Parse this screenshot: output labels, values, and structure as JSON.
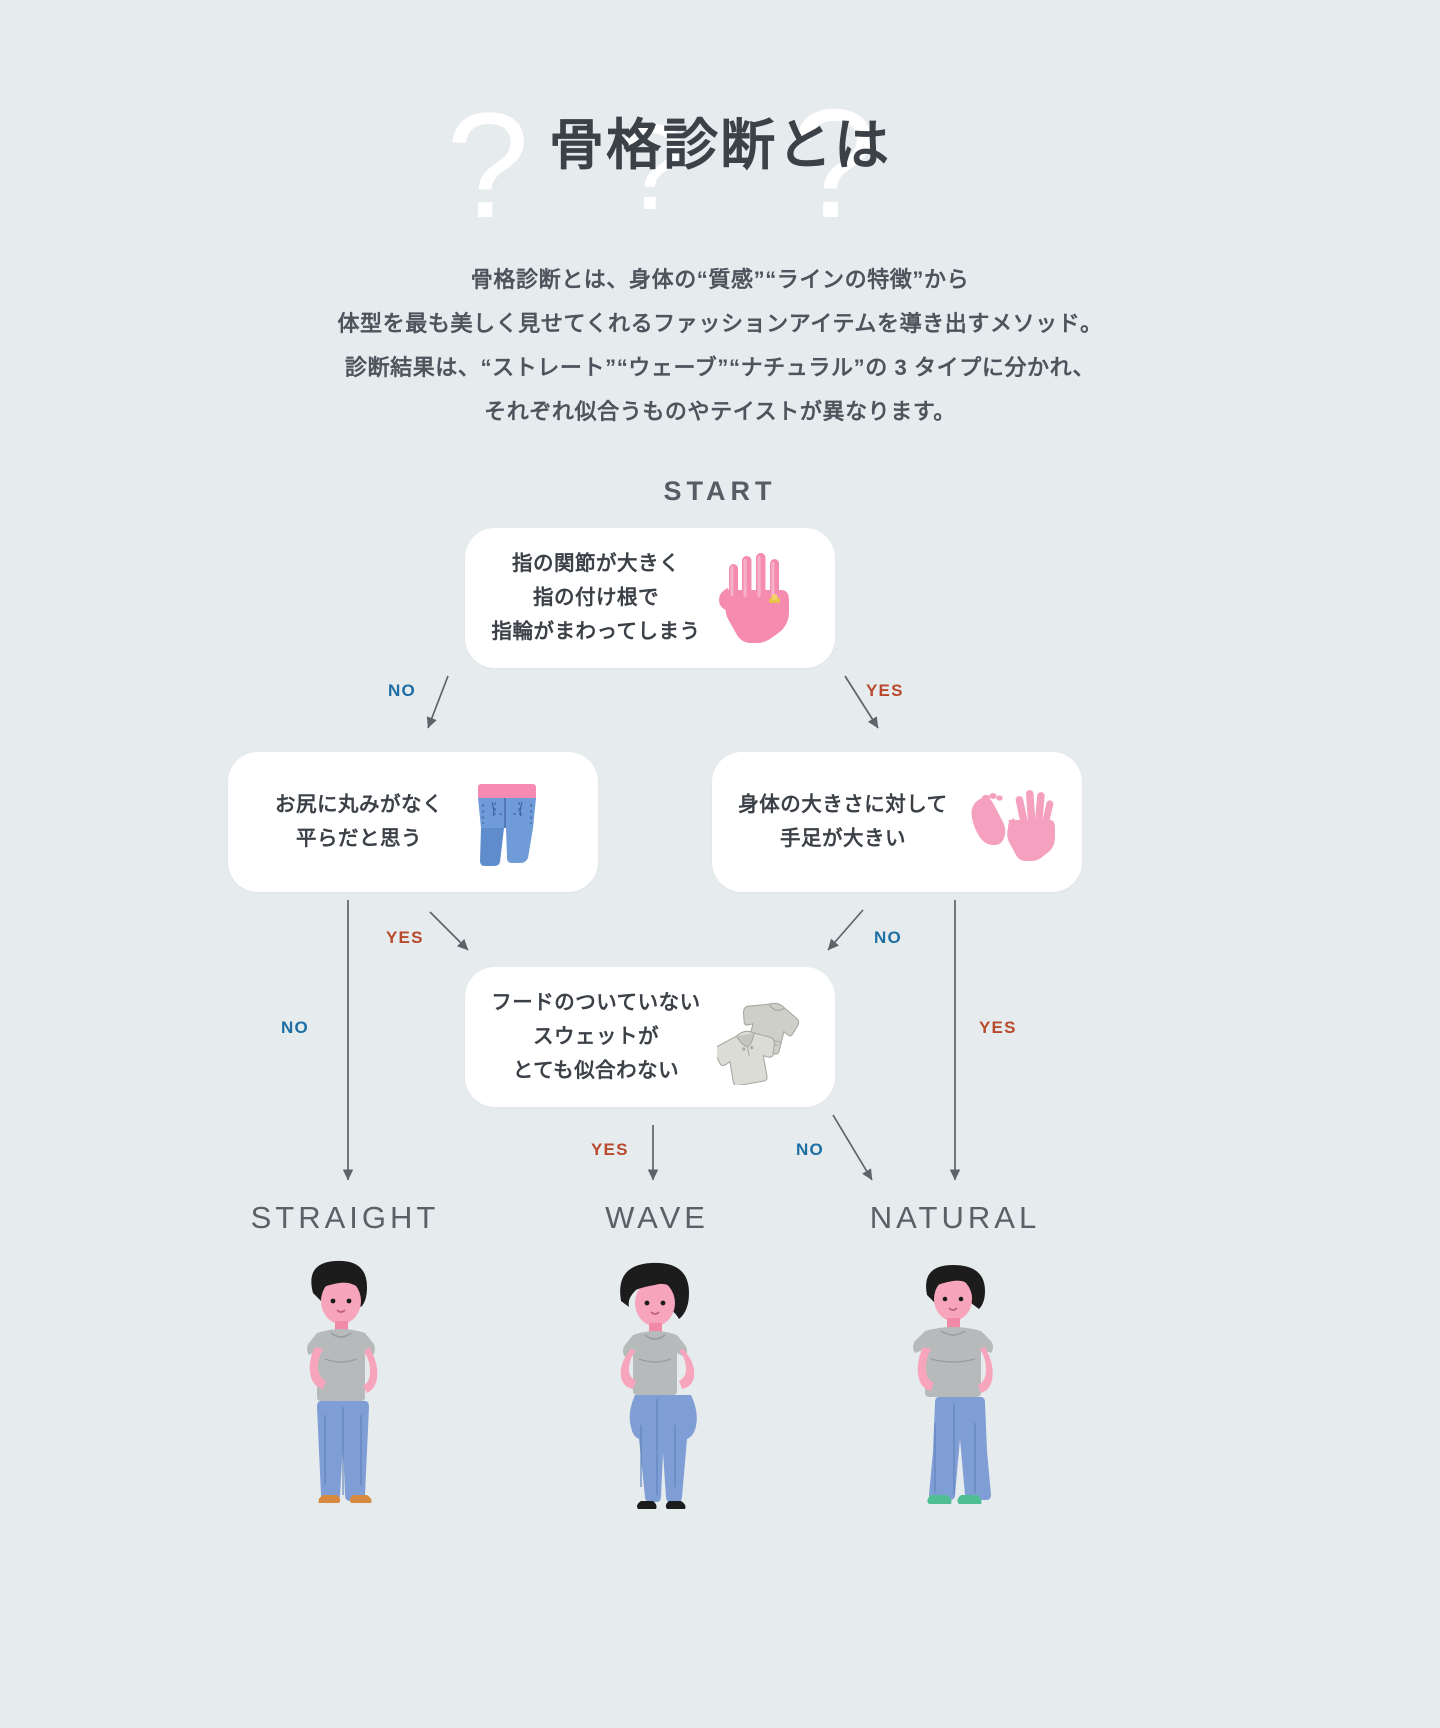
{
  "header": {
    "title": "骨格診断とは",
    "decor_question_marks": [
      "?",
      "?",
      "?"
    ],
    "lead_lines": [
      "骨格診断とは、身体の“質感”“ラインの特徴”から",
      "体型を最も美しく見せてくれるファッションアイテムを導き出すメソッド。",
      "診断結果は、“ストレート”“ウェーブ”“ナチュラル”の 3 タイプに分かれ、",
      "それぞれ似合うものやテイストが異なります。"
    ]
  },
  "flow": {
    "start_label": "START",
    "cards": [
      {
        "id": "start",
        "icon": "hand-with-ring-icon",
        "lines": [
          "指の関節が大きく",
          "指の付け根で",
          "指輪がまわってしまう"
        ]
      },
      {
        "id": "hip",
        "icon": "jeans-icon",
        "lines": [
          "お尻に丸みがなく",
          "平らだと思う"
        ]
      },
      {
        "id": "limb",
        "icon": "hand-and-foot-icon",
        "lines": [
          "身体の大きさに対して",
          "手足が大きい"
        ]
      },
      {
        "id": "hood",
        "icon": "sweatshirt-icon",
        "lines": [
          "フードのついていない",
          "スウェットが",
          "とても似合わない"
        ]
      }
    ],
    "edge_labels": [
      {
        "id": "start-no",
        "text": "NO",
        "kind": "no"
      },
      {
        "id": "start-yes",
        "text": "YES",
        "kind": "yes"
      },
      {
        "id": "hip-yes",
        "text": "YES",
        "kind": "yes"
      },
      {
        "id": "hip-no",
        "text": "NO",
        "kind": "no"
      },
      {
        "id": "limb-no",
        "text": "NO",
        "kind": "no"
      },
      {
        "id": "limb-yes",
        "text": "YES",
        "kind": "yes"
      },
      {
        "id": "hood-yes",
        "text": "YES",
        "kind": "yes"
      },
      {
        "id": "hood-no",
        "text": "NO",
        "kind": "no"
      }
    ]
  },
  "results": [
    {
      "id": "straight",
      "label": "STRAIGHT",
      "figure": "woman-straight-figure"
    },
    {
      "id": "wave",
      "label": "WAVE",
      "figure": "woman-wave-figure"
    },
    {
      "id": "natural",
      "label": "NATURAL",
      "figure": "woman-natural-figure"
    }
  ],
  "colors": {
    "background": "#e6ebed",
    "card": "#ffffff",
    "text": "#3c4148",
    "no": "#1c6ea4",
    "yes": "#b9492c",
    "arrow": "#5d6369",
    "skin_pink": "#f5a7bd",
    "denim_blue": "#7f9ed6",
    "tee_grey": "#b9bcbd"
  }
}
